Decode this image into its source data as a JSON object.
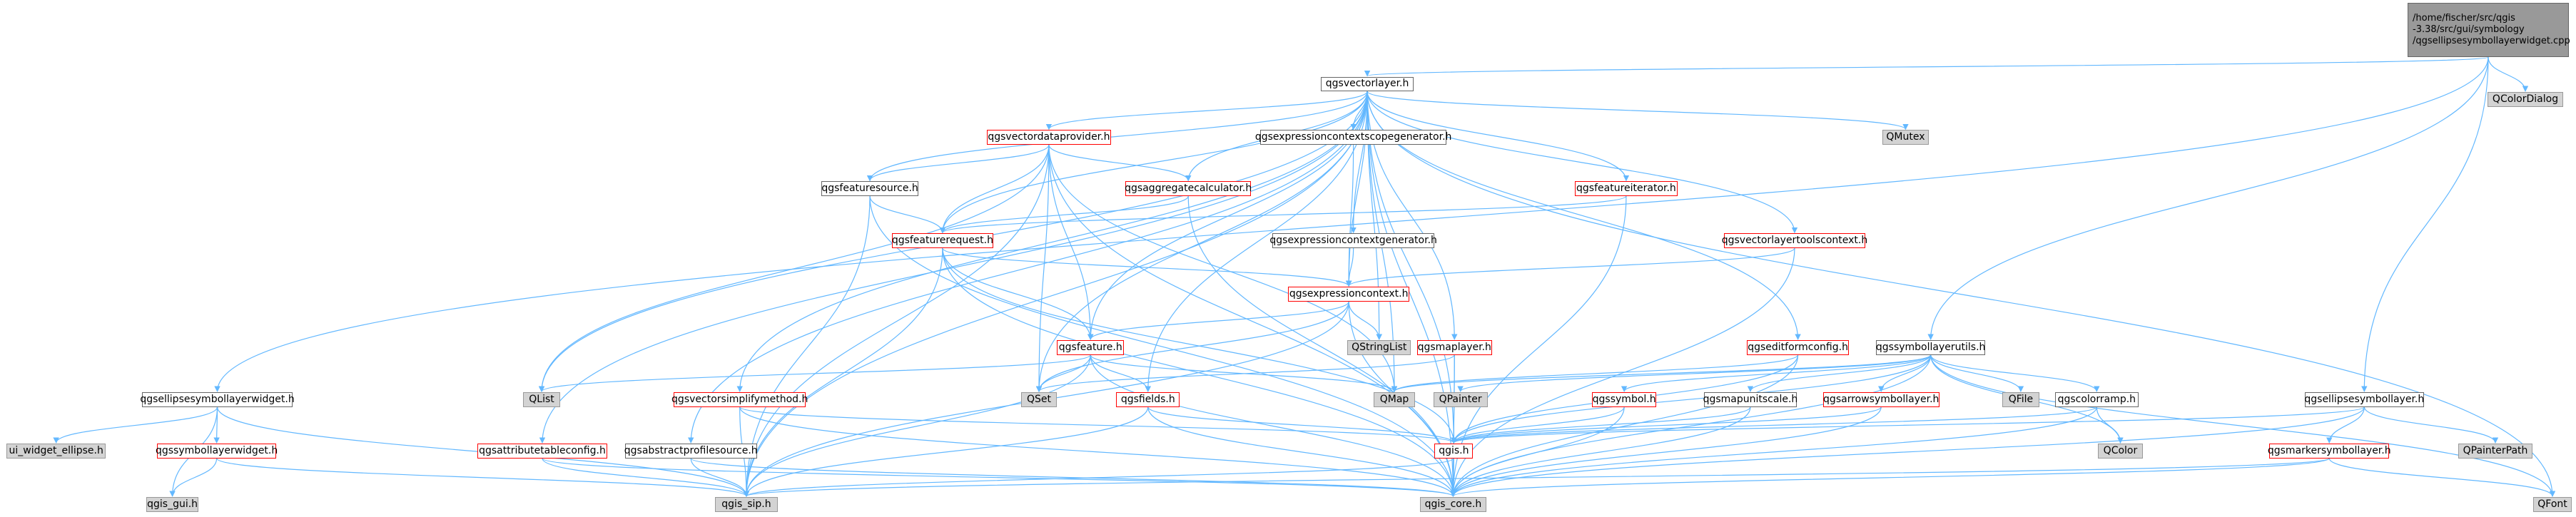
{
  "graph": {
    "edge_color": "#63b8ff",
    "red_node_border": "#ff0000",
    "gray_node_fill": "#d3d3d3",
    "root_fill": "#999999",
    "nodes": [
      {
        "id": "root",
        "label": "/home/fischer/src/qgis\n-3.38/src/gui/symbology\n/qgsellipsesymbollayerwidget.cpp",
        "style": "root"
      },
      {
        "id": "qcolordialog",
        "label": "QColorDialog",
        "style": "gray"
      },
      {
        "id": "qgsvectorlayer",
        "label": "qgsvectorlayer.h",
        "style": "normal"
      },
      {
        "id": "qgsvectordataprovider",
        "label": "qgsvectordataprovider.h",
        "style": "red"
      },
      {
        "id": "qgsexprctxscopegen",
        "label": "qgsexpressioncontextscopegenerator.h",
        "style": "normal"
      },
      {
        "id": "qmutex",
        "label": "QMutex",
        "style": "gray"
      },
      {
        "id": "qgsfeaturesource",
        "label": "qgsfeaturesource.h",
        "style": "normal"
      },
      {
        "id": "qgsaggregatecalc",
        "label": "qgsaggregatecalculator.h",
        "style": "red"
      },
      {
        "id": "qgsfeatureiterator",
        "label": "qgsfeatureiterator.h",
        "style": "red"
      },
      {
        "id": "qgsfeaturerequest",
        "label": "qgsfeaturerequest.h",
        "style": "red"
      },
      {
        "id": "qgsexprctxgen",
        "label": "qgsexpressioncontextgenerator.h",
        "style": "normal"
      },
      {
        "id": "qgsvltoolscontext",
        "label": "qgsvectorlayertoolscontext.h",
        "style": "red"
      },
      {
        "id": "qgsexpressioncontext",
        "label": "qgsexpressioncontext.h",
        "style": "red"
      },
      {
        "id": "qgsfeature",
        "label": "qgsfeature.h",
        "style": "red"
      },
      {
        "id": "qstringlist",
        "label": "QStringList",
        "style": "gray"
      },
      {
        "id": "qgsmaplayer",
        "label": "qgsmaplayer.h",
        "style": "red"
      },
      {
        "id": "qgseditformconfig",
        "label": "qgseditformconfig.h",
        "style": "red"
      },
      {
        "id": "qgssymbollayerutils",
        "label": "qgssymbollayerutils.h",
        "style": "normal"
      },
      {
        "id": "qgsellipsewidget",
        "label": "qgsellipsesymbollayerwidget.h",
        "style": "normal"
      },
      {
        "id": "qlist",
        "label": "QList",
        "style": "gray"
      },
      {
        "id": "qset",
        "label": "QSet",
        "style": "gray"
      },
      {
        "id": "qgsvectorsimplify",
        "label": "qgsvectorsimplifymethod.h",
        "style": "red"
      },
      {
        "id": "qgsfields",
        "label": "qgsfields.h",
        "style": "red"
      },
      {
        "id": "qmap",
        "label": "QMap",
        "style": "gray"
      },
      {
        "id": "qpainter",
        "label": "QPainter",
        "style": "gray"
      },
      {
        "id": "qgssymbol",
        "label": "qgssymbol.h",
        "style": "red"
      },
      {
        "id": "qgsmapunitscale",
        "label": "qgsmapunitscale.h",
        "style": "normal"
      },
      {
        "id": "qgsarrowsymbollayer",
        "label": "qgsarrowsymbollayer.h",
        "style": "red"
      },
      {
        "id": "qfile",
        "label": "QFile",
        "style": "gray"
      },
      {
        "id": "qgscolorramp",
        "label": "qgscolorramp.h",
        "style": "normal"
      },
      {
        "id": "qgsellipselayer",
        "label": "qgsellipsesymbollayer.h",
        "style": "normal"
      },
      {
        "id": "uiwidgetellipse",
        "label": "ui_widget_ellipse.h",
        "style": "gray"
      },
      {
        "id": "qgssymbollayerwidget",
        "label": "qgssymbollayerwidget.h",
        "style": "red"
      },
      {
        "id": "qgsattrtableconfig",
        "label": "qgsattributetableconfig.h",
        "style": "red"
      },
      {
        "id": "qgsabstractprofile",
        "label": "qgsabstractprofilesource.h",
        "style": "normal"
      },
      {
        "id": "qgis",
        "label": "qgis.h",
        "style": "red"
      },
      {
        "id": "qcolor",
        "label": "QColor",
        "style": "gray"
      },
      {
        "id": "qgsmarkersymbollayer",
        "label": "qgsmarkersymbollayer.h",
        "style": "red"
      },
      {
        "id": "qpainterpath",
        "label": "QPainterPath",
        "style": "gray"
      },
      {
        "id": "qgisgui",
        "label": "qgis_gui.h",
        "style": "gray"
      },
      {
        "id": "qgissip",
        "label": "qgis_sip.h",
        "style": "gray"
      },
      {
        "id": "qgiscore",
        "label": "qgis_core.h",
        "style": "gray"
      },
      {
        "id": "qfont",
        "label": "QFont",
        "style": "gray"
      }
    ]
  }
}
